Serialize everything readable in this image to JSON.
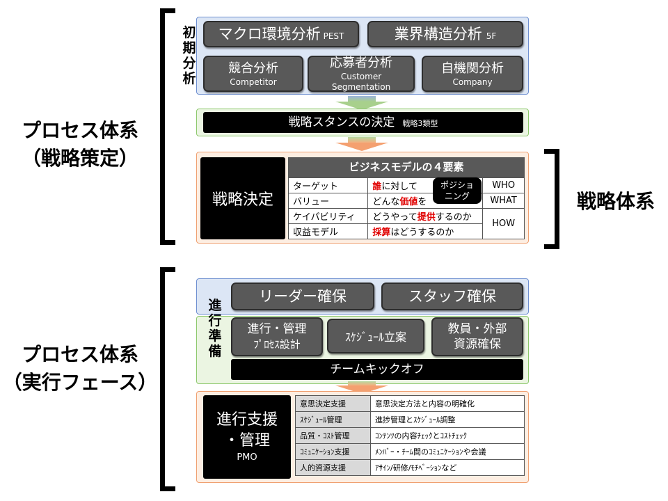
{
  "left_labels": {
    "top": [
      "プロセス体系",
      "（戦略策定）"
    ],
    "bottom": [
      "プロセス体系",
      "（実行フェース）"
    ]
  },
  "right_label": "戦略体系",
  "initial": {
    "label": [
      "初",
      "期",
      "分",
      "析"
    ],
    "macro": {
      "main": "マクロ環境分析",
      "sub": "PEST"
    },
    "industry": {
      "main": "業界構造分析",
      "sub": "5F"
    },
    "competitor": {
      "main": "競合分析",
      "sub": "Competitor"
    },
    "customer": {
      "main": "応募者分析",
      "sub": "Customer Segmentation"
    },
    "company": {
      "main": "自機関分析",
      "sub": "Company"
    }
  },
  "stance": {
    "main": "戦略スタンスの決定",
    "sub": "戦略3類型"
  },
  "decision": {
    "label": "戦略決定",
    "header": "ビジネスモデルの４要素",
    "rows": [
      {
        "name": "ターゲット",
        "pre": "",
        "em": "誰",
        "post": "に対して",
        "tag": "WHO"
      },
      {
        "name": "バリュー",
        "pre": "どんな",
        "em": "価値",
        "post": "を",
        "tag": "WHAT"
      },
      {
        "name": "ケイパビリティ",
        "pre": "どうやって",
        "em": "提供",
        "post": "するのか",
        "tag": "HOW"
      },
      {
        "name": "収益モデル",
        "pre": "",
        "em": "採算",
        "post": "はどうするのか",
        "tag": ""
      }
    ],
    "badge": [
      "ポジショ",
      "ニング"
    ]
  },
  "prep": {
    "label": [
      "進",
      "行",
      "準",
      "備"
    ],
    "leader": "リーダー確保",
    "staff": "スタッフ確保",
    "process": [
      "進行・管理",
      "ﾌﾟﾛｾｽ設計"
    ],
    "schedule": "ｽｹｼﾞｭｰﾙ立案",
    "teachers": [
      "教員・外部",
      "資源確保"
    ],
    "kickoff": "チームキックオフ"
  },
  "pmo": {
    "label": [
      "進行支援",
      "・管理"
    ],
    "sub": "PMO",
    "rows": [
      {
        "name": "意思決定支援",
        "desc": "意思決定方法と内容の明確化"
      },
      {
        "name": "ｽｹｼﾞｭｰﾙ管理",
        "desc": "進捗管理とｽｹｼﾞｭｰﾙ調整"
      },
      {
        "name": "品質・ｺｽﾄ管理",
        "desc": "ｺﾝﾃﾝﾂの内容ﾁｪｯｸとｺｽﾄﾁｪｯｸ"
      },
      {
        "name": "ｺﾐｭﾆｹｰｼｮﾝ支援",
        "desc": "ﾒﾝﾊﾞｰ・ﾁｰﾑ間のｺﾐｭﾆｹｰｼｮﾝや会議"
      },
      {
        "name": "人的資源支援",
        "desc": "ｱｻｲﾝ/研修/ﾓﾁﾍﾞｰｼｮﾝなど"
      }
    ]
  },
  "colors": {
    "blue_panel": "#dce6f5",
    "green_panel": "#ebf5e2",
    "orange_panel": "#fdeee2",
    "button": "#595959",
    "emphasis": "#e00000"
  }
}
